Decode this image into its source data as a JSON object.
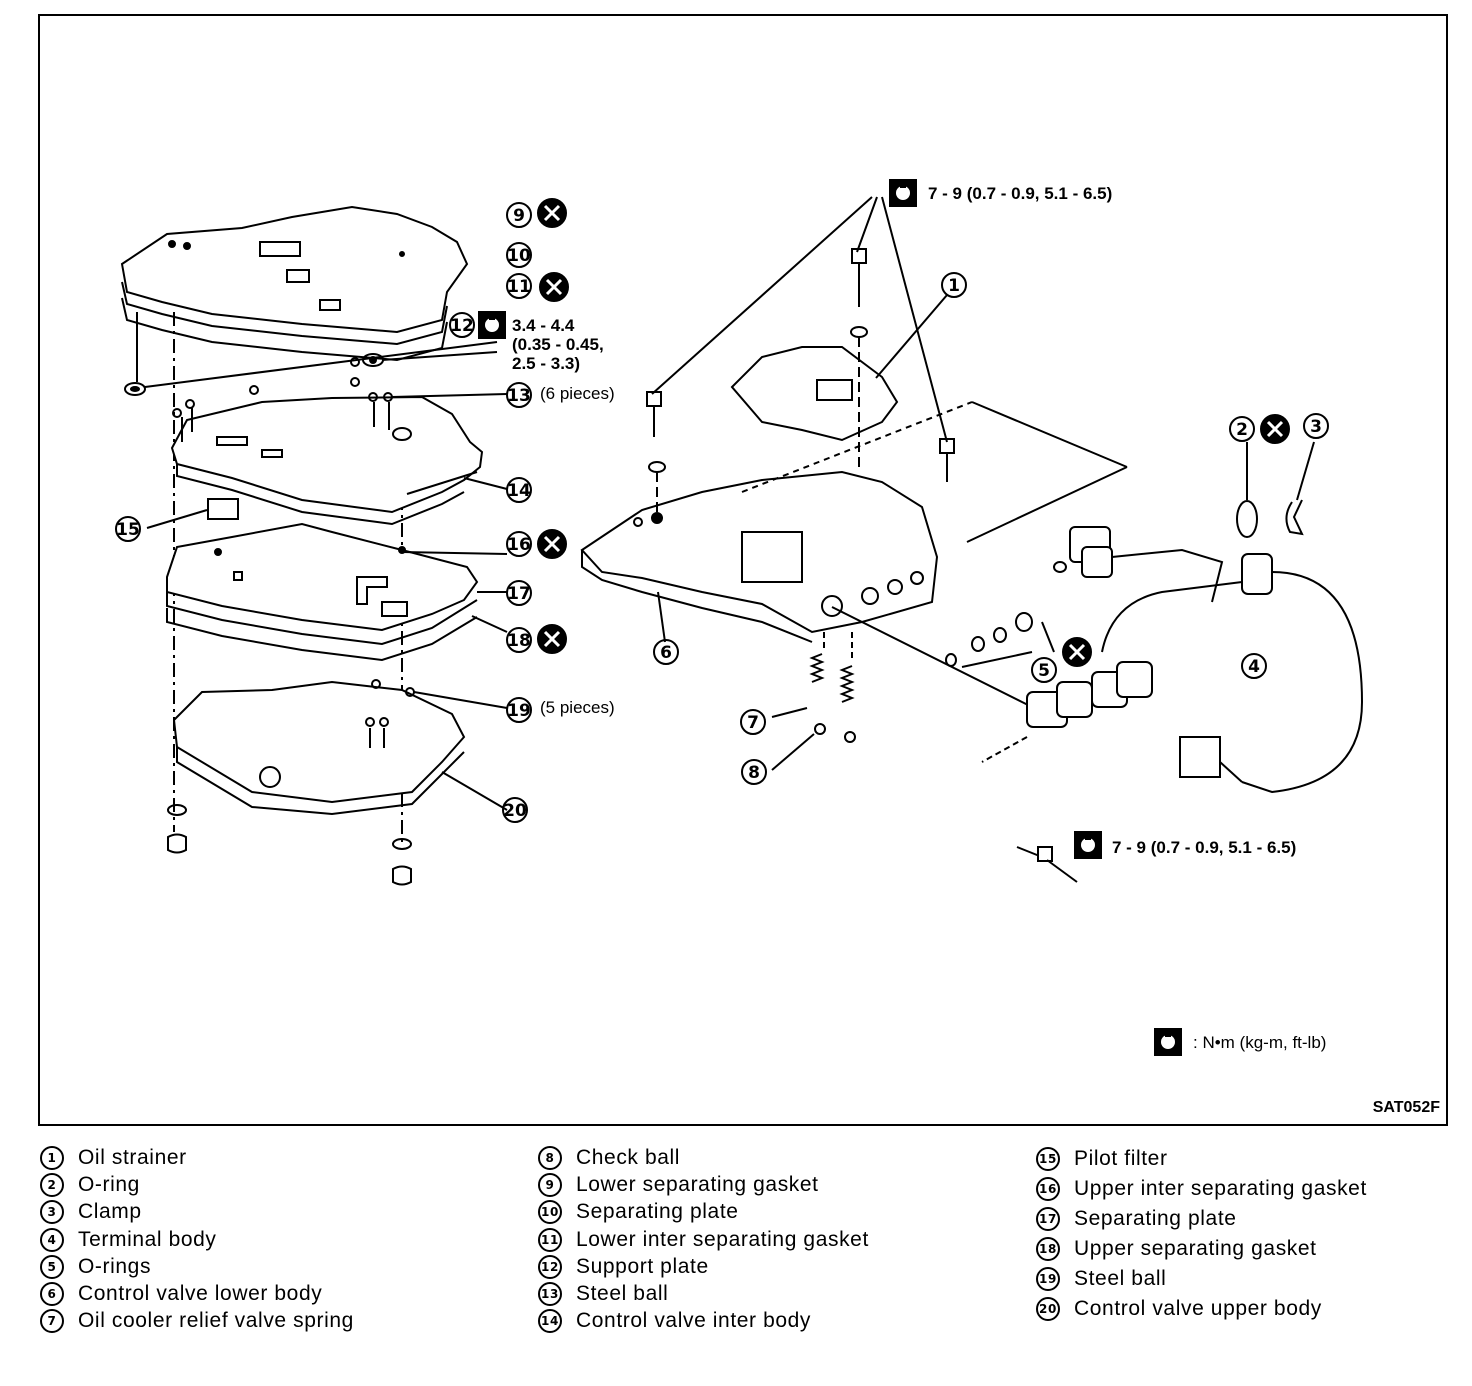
{
  "figure": {
    "id": "SAT052F",
    "unit_note": ": N•m (kg-m, ft-lb)",
    "torque_specs": {
      "top_bolts": "7 - 9 (0.7 - 0.9, 5.1 - 6.5)",
      "bottom_bolt": "7 - 9 (0.7 - 0.9, 5.1 - 6.5)",
      "support_plate_line1": "3.4 - 4.4",
      "support_plate_line2": "(0.35 - 0.45,",
      "support_plate_line3": "2.5 - 3.3)"
    },
    "quantity_notes": {
      "steel_ball_13": "(6 pieces)",
      "steel_ball_19": "(5 pieces)"
    },
    "callouts": [
      "1",
      "2",
      "3",
      "4",
      "5",
      "6",
      "7",
      "8",
      "9",
      "10",
      "11",
      "12",
      "13",
      "14",
      "15",
      "16",
      "17",
      "18",
      "19",
      "20"
    ]
  },
  "legend": {
    "col1": [
      {
        "num": "1",
        "label": "Oil strainer"
      },
      {
        "num": "2",
        "label": "O-ring"
      },
      {
        "num": "3",
        "label": "Clamp"
      },
      {
        "num": "4",
        "label": "Terminal body"
      },
      {
        "num": "5",
        "label": "O-rings"
      },
      {
        "num": "6",
        "label": "Control valve lower body"
      },
      {
        "num": "7",
        "label": "Oil cooler relief valve spring"
      }
    ],
    "col2": [
      {
        "num": "8",
        "label": "Check ball"
      },
      {
        "num": "9",
        "label": "Lower separating gasket"
      },
      {
        "num": "10",
        "label": "Separating plate"
      },
      {
        "num": "11",
        "label": "Lower inter separating gasket"
      },
      {
        "num": "12",
        "label": "Support plate"
      },
      {
        "num": "13",
        "label": "Steel ball"
      },
      {
        "num": "14",
        "label": "Control valve inter body"
      }
    ],
    "col3": [
      {
        "num": "15",
        "label": "Pilot filter"
      },
      {
        "num": "16",
        "label": "Upper inter separating gasket"
      },
      {
        "num": "17",
        "label": "Separating plate"
      },
      {
        "num": "18",
        "label": "Upper separating gasket"
      },
      {
        "num": "19",
        "label": "Steel ball"
      },
      {
        "num": "20",
        "label": "Control valve upper body"
      }
    ]
  }
}
